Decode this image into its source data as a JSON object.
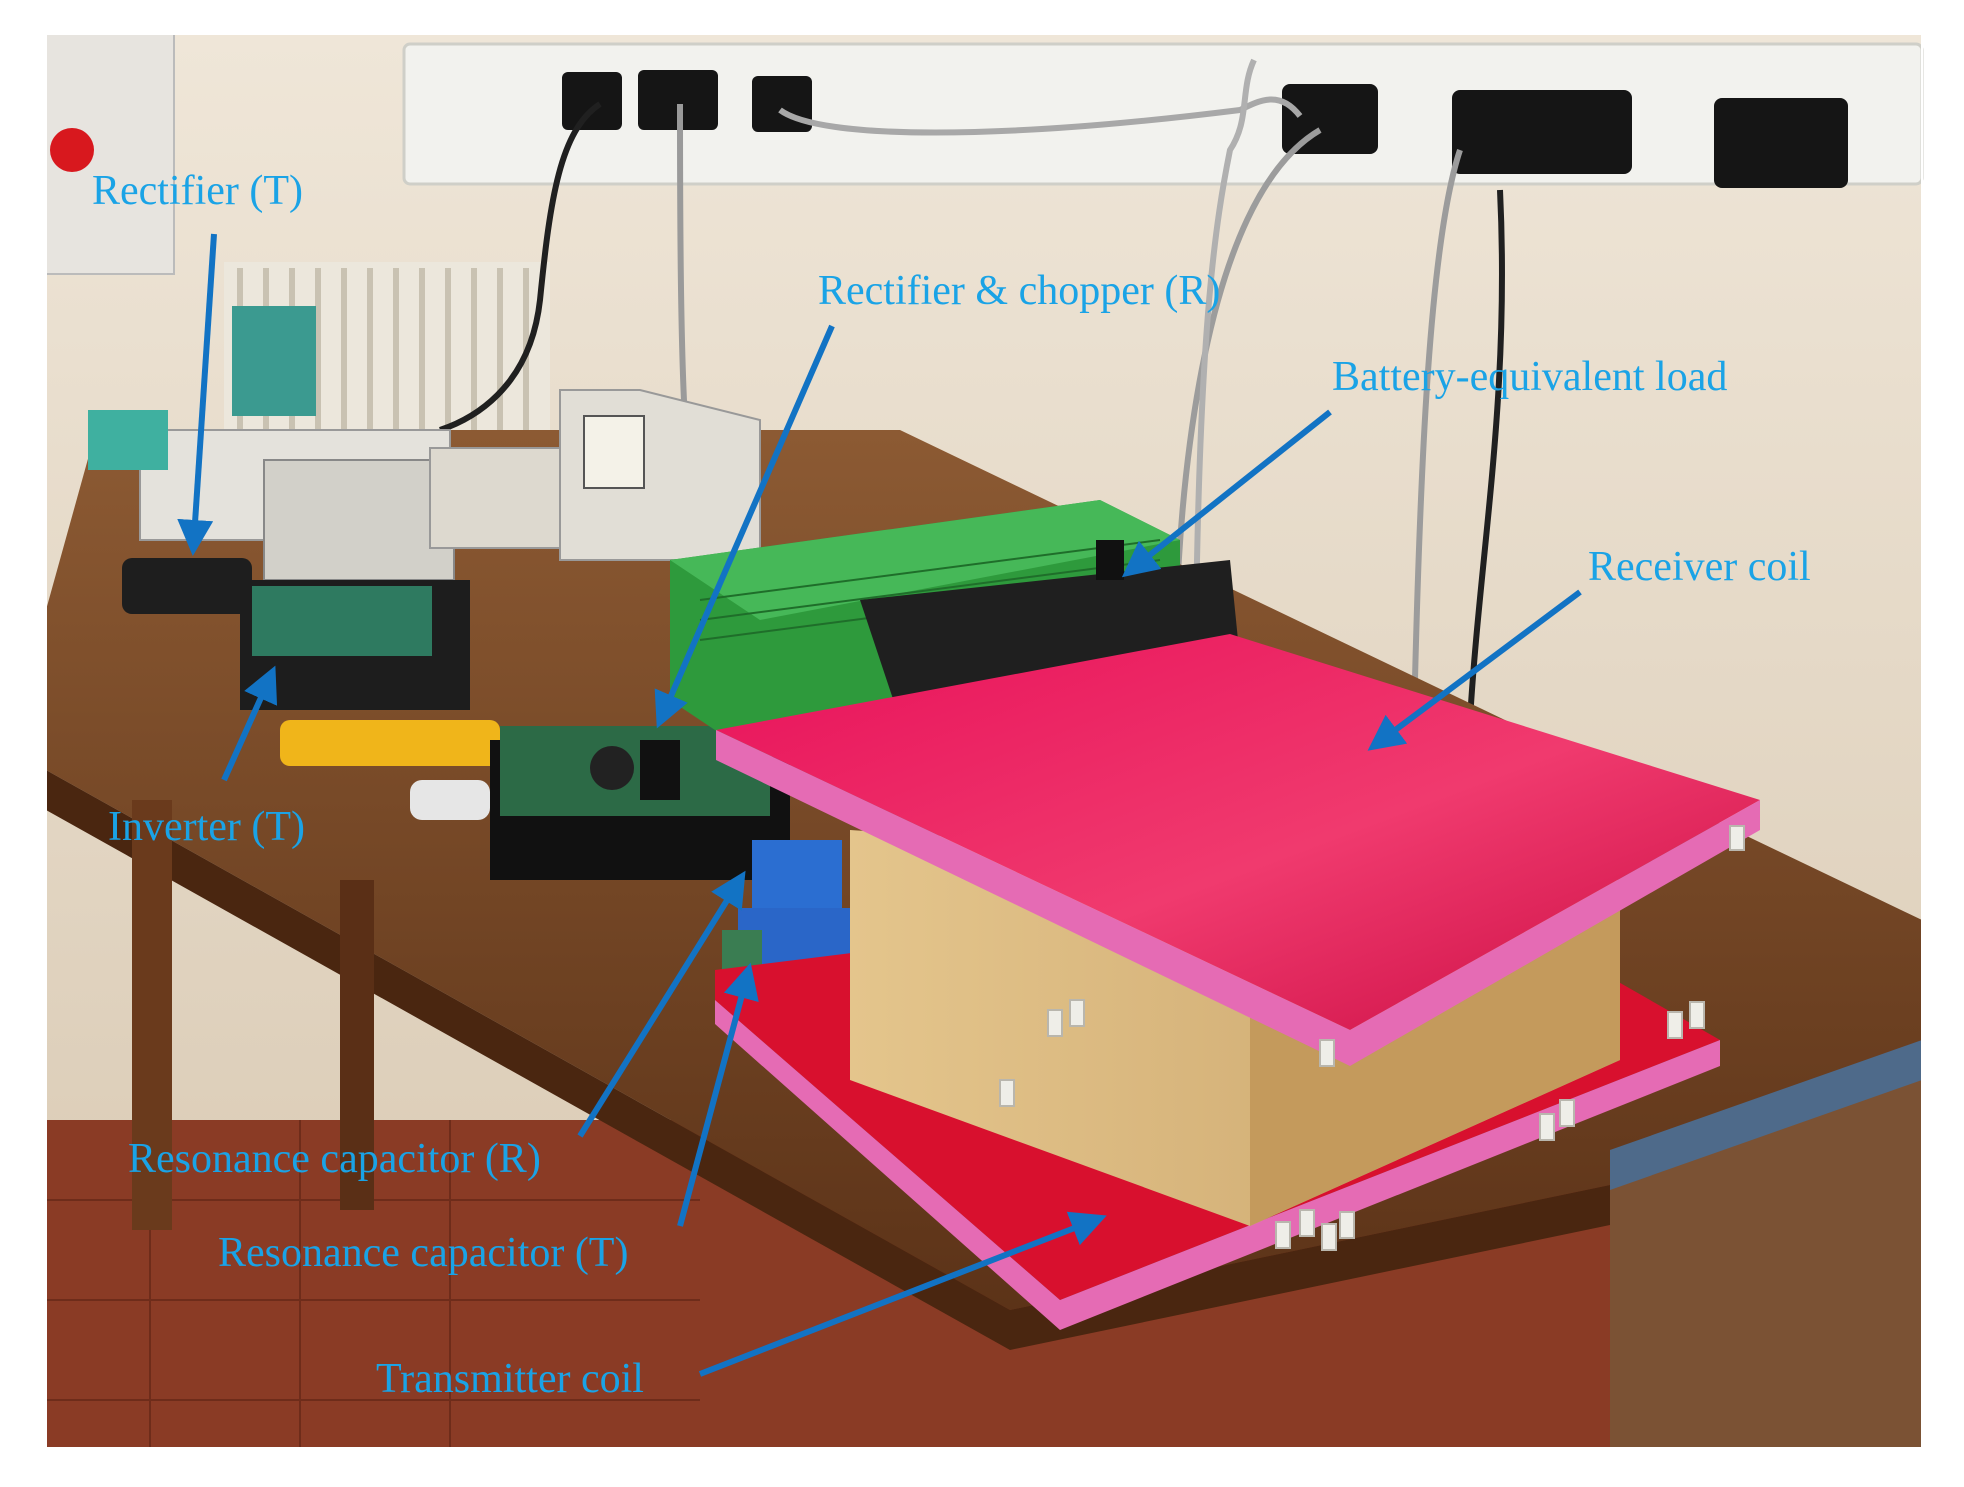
{
  "labels": {
    "rectifier_t": "Rectifier (T)",
    "rectifier_chopper_r": "Rectifier & chopper (R)",
    "battery_load": "Battery-equivalent load",
    "receiver_coil": "Receiver coil",
    "inverter_t": "Inverter (T)",
    "resonance_capacitor_r": "Resonance capacitor (R)",
    "resonance_capacitor_t": "Resonance capacitor (T)",
    "transmitter_coil": "Transmitter coil"
  },
  "colors": {
    "label_text": "#1aa3e6",
    "arrow": "#1273c4",
    "wall": "#e9dccb",
    "table_wood": "#7a4a26",
    "floor_tile": "#8a3b25",
    "coil_plate_red": "#e0104a",
    "plate_edge_pink": "#e56bb4",
    "wood_box": "#d9b77d",
    "load_green": "#2e9a3c",
    "socket_strip": "#f2f2ee"
  }
}
